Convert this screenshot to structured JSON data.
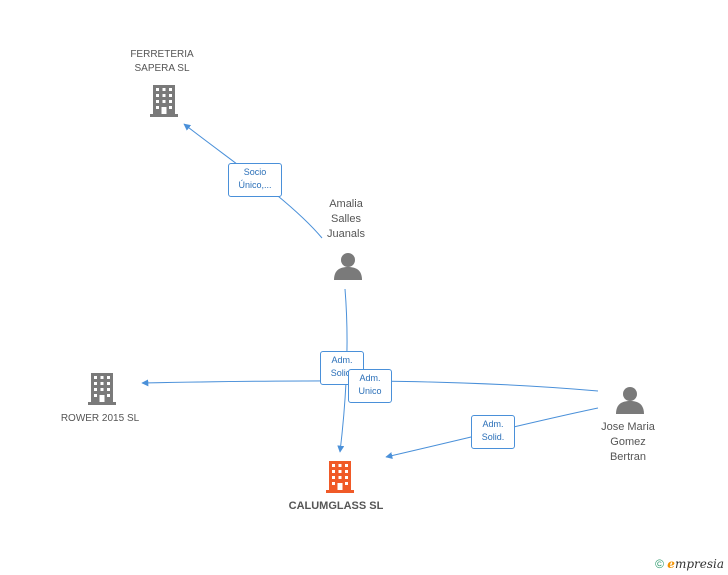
{
  "nodes": {
    "ferreteria": {
      "line1": "FERRETERIA",
      "line2": "SAPERA  SL"
    },
    "amalia": {
      "line1": "Amalia",
      "line2": "Salles",
      "line3": "Juanals"
    },
    "rower": {
      "line1": "ROWER 2015  SL"
    },
    "calumglass": {
      "line1": "CALUMGLASS SL"
    },
    "jose": {
      "line1": "Jose Maria",
      "line2": "Gomez",
      "line3": "Bertran"
    }
  },
  "edges": {
    "socio": {
      "line1": "Socio",
      "line2": "Único,..."
    },
    "adm_solid_1": {
      "line1": "Adm.",
      "line2": "Solid."
    },
    "adm_unico": {
      "line1": "Adm.",
      "line2": "Unico"
    },
    "adm_solid_2": {
      "line1": "Adm.",
      "line2": "Solid."
    }
  },
  "colors": {
    "edge": "#4a90d9",
    "company_icon": "#7a7a7a",
    "main_company_icon": "#f05a28",
    "person_icon": "#7a7a7a"
  },
  "watermark": {
    "copyright": "©",
    "brand_initial": "e",
    "brand_rest": "mpresia"
  }
}
